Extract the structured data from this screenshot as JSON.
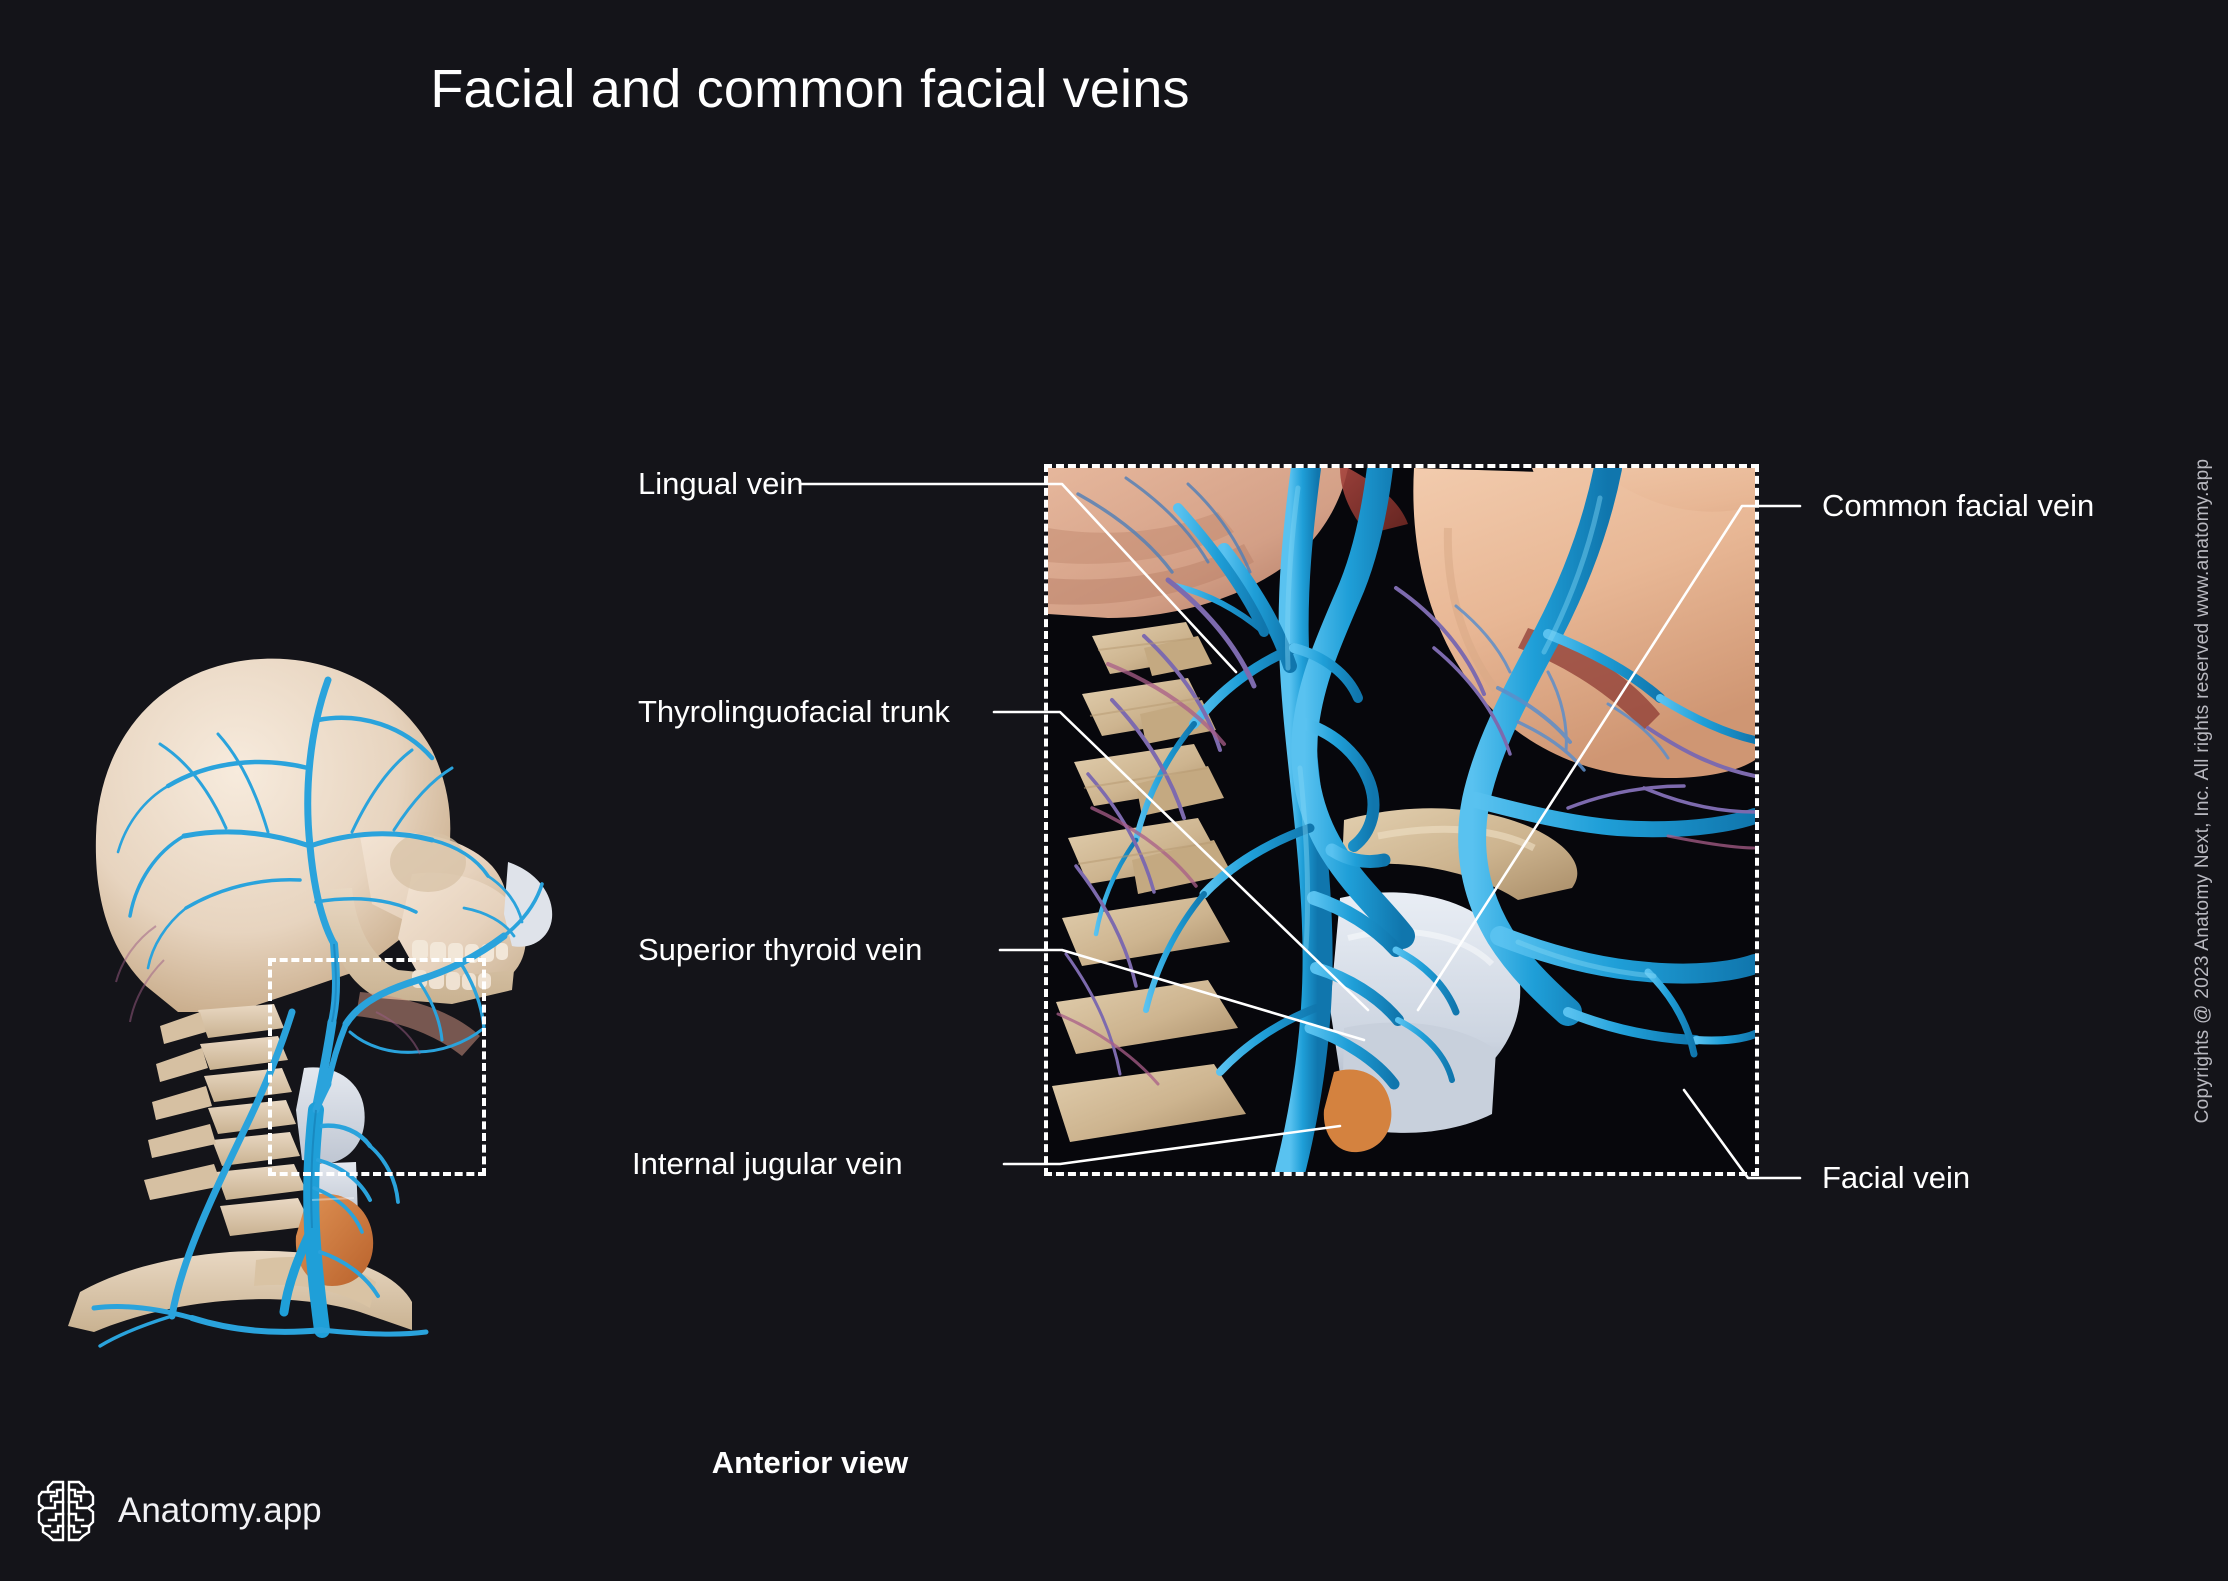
{
  "page": {
    "title": "Facial and common facial veins",
    "view_caption": "Anterior view",
    "copyright": "Copyrights @ 2023 Anatomy Next, Inc. All rights reserved www.anatomy.app",
    "background_color": "#141419",
    "text_color": "#ffffff"
  },
  "logo": {
    "name": "Anatomy.app",
    "icon": "brain-icon"
  },
  "labels": {
    "left": [
      {
        "id": "lingual-vein",
        "text": "Lingual vein"
      },
      {
        "id": "thyrolinguofacial-trunk",
        "text": "Thyrolinguofacial trunk"
      },
      {
        "id": "superior-thyroid-vein",
        "text": "Superior thyroid vein"
      },
      {
        "id": "internal-jugular-vein",
        "text": "Internal jugular vein"
      }
    ],
    "right": [
      {
        "id": "common-facial-vein",
        "text": "Common facial vein"
      },
      {
        "id": "facial-vein",
        "text": "Facial vein"
      }
    ]
  },
  "figures": {
    "overview": {
      "name": "lateral-head-and-neck-skeleton-with-veins",
      "roi_label": "zoom-region"
    },
    "detail_panel": {
      "name": "neck-veins-closeup",
      "border_style": "dashed"
    }
  },
  "colors": {
    "vein_blue": "#1f9fd8",
    "vein_blue_dark": "#1478ae",
    "small_vein_purple": "#6b5ea8",
    "bone_cream": "#e8d9c6",
    "bone_tan": "#cbb392",
    "muscle_pink": "#e0a98f",
    "muscle_red": "#9c4b44",
    "cartilage_white": "#d8dde6",
    "thyroid_orange": "#d4823f",
    "leader_line": "#ffffff"
  }
}
